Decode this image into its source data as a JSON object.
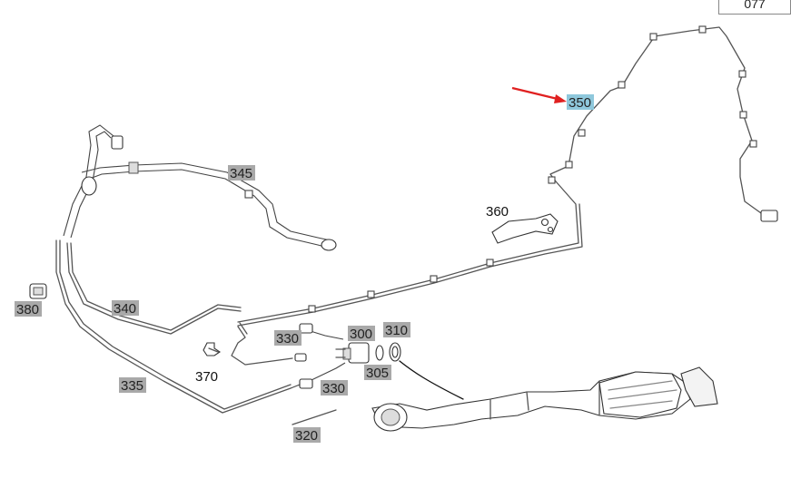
{
  "reference": "077",
  "labels": {
    "l300": "300",
    "l305": "305",
    "l310": "310",
    "l320": "320",
    "l330a": "330",
    "l330b": "330",
    "l335": "335",
    "l340": "340",
    "l345": "345",
    "l350": "350",
    "l360": "360",
    "l370": "370",
    "l380": "380"
  },
  "colors": {
    "label_bg": "#a9a9a9",
    "highlight_bg": "#8fc8dc",
    "arrow": "#e02020"
  }
}
